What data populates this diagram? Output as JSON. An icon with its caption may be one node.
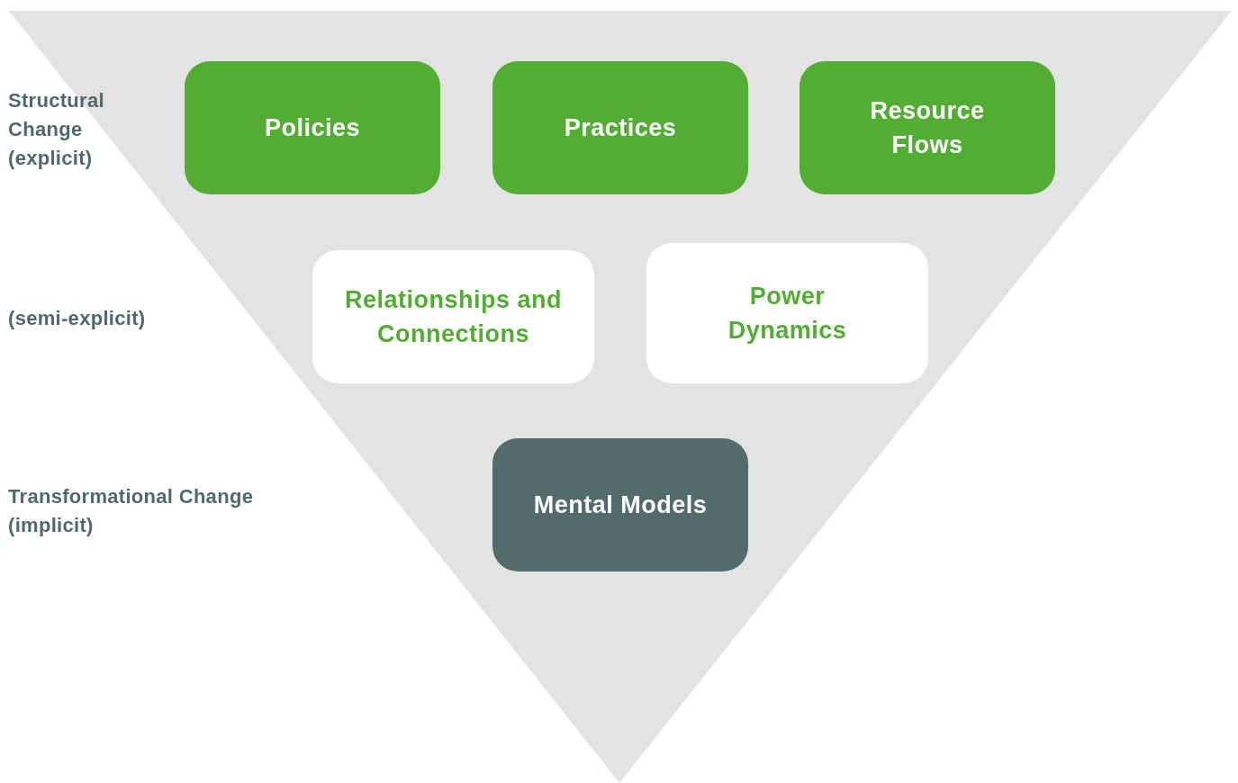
{
  "diagram": {
    "nodes": [
      {
        "text": [
          "Policies"
        ]
      },
      {
        "text": [
          "Practices"
        ]
      },
      {
        "text": [
          "Resource Flows"
        ]
      },
      {
        "text": [
          "Relationships and Connections"
        ]
      },
      {
        "text": [
          "Power Dynamics"
        ]
      },
      {
        "text": [
          "Mental Models"
        ]
      }
    ],
    "labels": [
      "Structural Change (explicit)",
      "(semi-explicit)",
      "Transformational Change (implicit)"
    ]
  }
}
